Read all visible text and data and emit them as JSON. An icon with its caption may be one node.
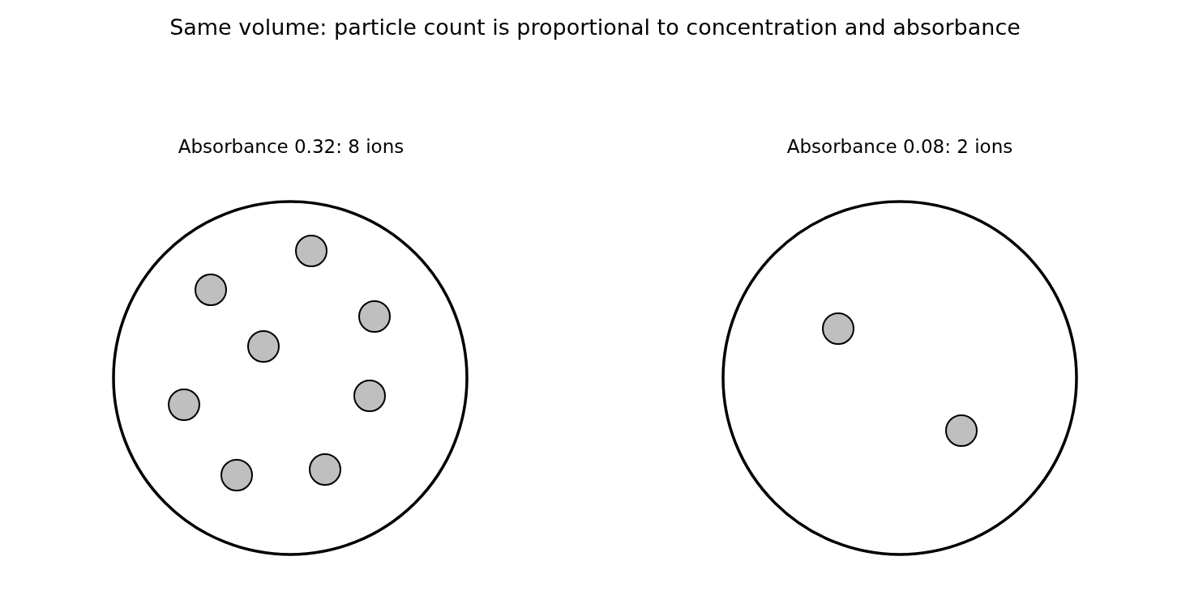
{
  "diagram": {
    "title": "Same volume: particle count is proportional to concentration and absorbance",
    "nodes": [
      {
        "text": [
          "Absorbance 0.32: 8 ions"
        ]
      },
      {
        "text": [
          "Absorbance 0.08: 2 ions"
        ]
      }
    ]
  }
}
